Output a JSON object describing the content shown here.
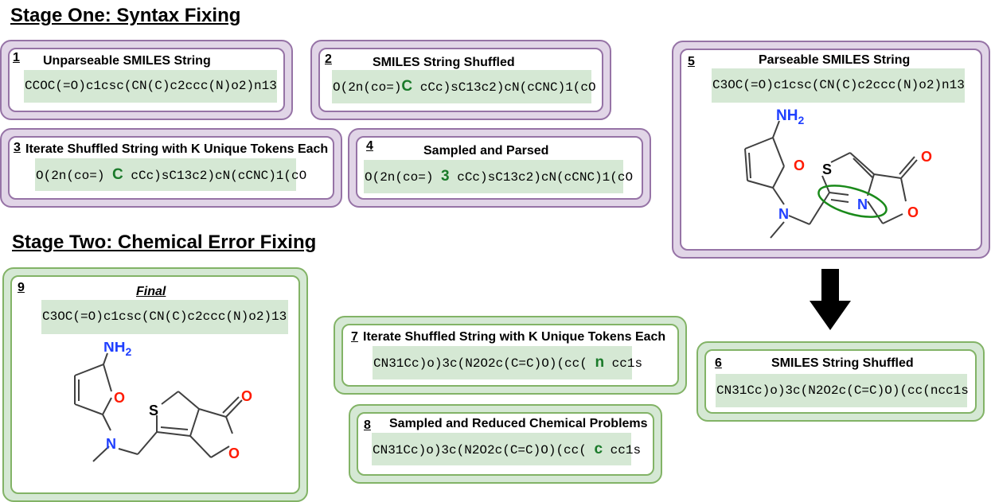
{
  "stage_one": {
    "title": "Stage One: Syntax Fixing",
    "box1": {
      "num": "1",
      "title": "Unparseable SMILES String",
      "code": "CCOC(=O)c1csc(CN(C)c2ccc(N)o2)n13"
    },
    "box2": {
      "num": "2",
      "title": "SMILES String Shuffled",
      "code_pre": "O(2n(co=)",
      "code_hl": "C",
      "code_post": "cCc)sC13c2)cN(cCNC)1(cO"
    },
    "box3": {
      "num": "3",
      "title": "Iterate Shuffled String with K Unique Tokens Each",
      "code_pre": "O(2n(co=)",
      "code_hl": "C",
      "code_post": "cCc)sC13c2)cN(cCNC)1(cO"
    },
    "box4": {
      "num": "4",
      "title": "Sampled and Parsed",
      "code_pre": "O(2n(co=)",
      "code_hl": "3",
      "code_post": "cCc)sC13c2)cN(cCNC)1(cO"
    },
    "box5": {
      "num": "5",
      "title": "Parseable SMILES String",
      "code": "C3OC(=O)c1csc(CN(C)c2ccc(N)o2)n13"
    }
  },
  "stage_two": {
    "title": "Stage Two: Chemical Error Fixing",
    "box6": {
      "num": "6",
      "title": "SMILES String Shuffled",
      "code": "CN31Cc)o)3c(N2O2c(C=C)O)(cc(ncc1s"
    },
    "box7": {
      "num": "7",
      "title": "Iterate Shuffled String with K Unique Tokens Each",
      "code_pre": "CN31Cc)o)3c(N2O2c(C=C)O)(cc(",
      "code_hl": "n",
      "code_post": "cc1s"
    },
    "box8": {
      "num": "8",
      "title": "Sampled and Reduced Chemical Problems",
      "code_pre": "CN31Cc)o)3c(N2O2c(C=C)O)(cc(",
      "code_hl": "c",
      "code_post": "cc1s"
    },
    "box9": {
      "num": "9",
      "title": "Final",
      "code": "C3OC(=O)c1csc(CN(C)c2ccc(N)o2)13"
    }
  },
  "molecule": {
    "nh2_label": "NH",
    "nh2_sub": "2",
    "o_label": "O",
    "n_label": "N",
    "s_label": "S",
    "colors": {
      "n": "#1f3fff",
      "o": "#ff1a00",
      "s": "#000000",
      "bond": "#404040",
      "ellipse": "#1a8a1a"
    }
  }
}
